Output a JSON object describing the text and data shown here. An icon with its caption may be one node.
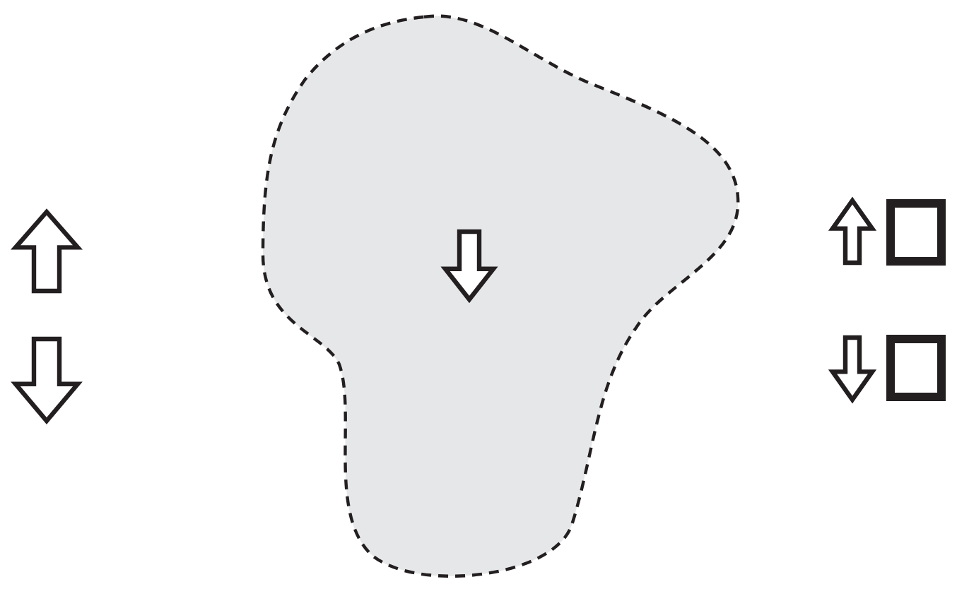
{
  "diagram": {
    "nodes": [
      {
        "text": [],
        "shape": "cloud"
      },
      {
        "text": [],
        "shape": "box"
      },
      {
        "text": [],
        "shape": "box"
      }
    ]
  }
}
